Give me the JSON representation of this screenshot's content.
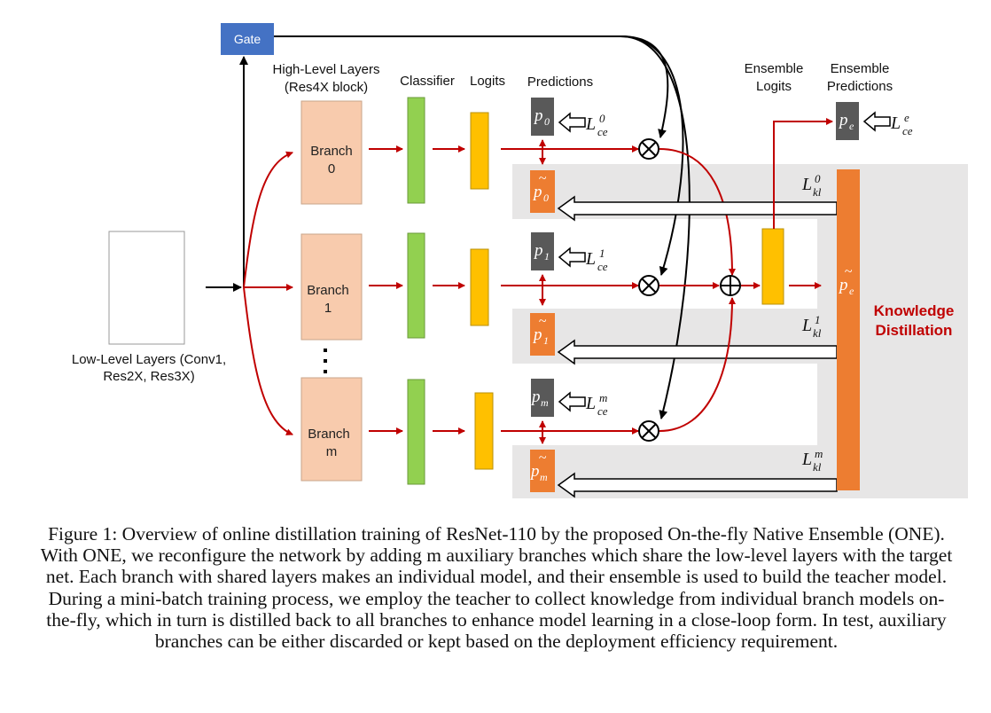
{
  "diagram": {
    "gate": "Gate",
    "high_level_layers": "High-Level Layers",
    "res4x_block": "(Res4X block)",
    "classifier": "Classifier",
    "logits": "Logits",
    "predictions": "Predictions",
    "ensemble_logits_1": "Ensemble",
    "ensemble_logits_2": "Logits",
    "ensemble_predictions_1": "Ensemble",
    "ensemble_predictions_2": "Predictions",
    "low_level_1": "Low-Level Layers (Conv1,",
    "low_level_2": "Res2X, Res3X)",
    "branch_word": "Branch",
    "branch_0": "0",
    "branch_1": "1",
    "branch_m": "m",
    "knowledge": "Knowledge",
    "distillation": "Distillation",
    "p0": "p",
    "p0_sub": "0",
    "p1": "p",
    "p1_sub": "1",
    "pm": "p",
    "pm_sub": "m",
    "pe": "p",
    "pe_sub": "e",
    "L": "L",
    "ce": "ce",
    "kl": "kl",
    "sup_0": "0",
    "sup_1": "1",
    "sup_m": "m",
    "sup_e": "e"
  },
  "caption": "Figure 1: Overview of online distillation training of ResNet-110 by the proposed On-the-fly Native Ensemble (ONE). With ONE, we reconfigure the network by adding m auxiliary branches which share the low-level layers with the target net. Each branch with shared layers makes an individual model, and their ensemble is used to build the teacher model. During a mini-batch training process, we employ the teacher to collect knowledge from individual branch models on-the-fly, which in turn is distilled back to all branches to enhance model learning in a close-loop form. In test, auxiliary branches can be either discarded or kept based on the deployment efficiency requirement.",
  "colors": {
    "branch": "#f8cbad",
    "classifier": "#92d050",
    "logits": "#ffc000",
    "prediction_dark": "#595959",
    "prediction_soft": "#ed7d31",
    "gate": "#4472c4",
    "arrow_red": "#c00000",
    "band": "#e7e6e6"
  }
}
